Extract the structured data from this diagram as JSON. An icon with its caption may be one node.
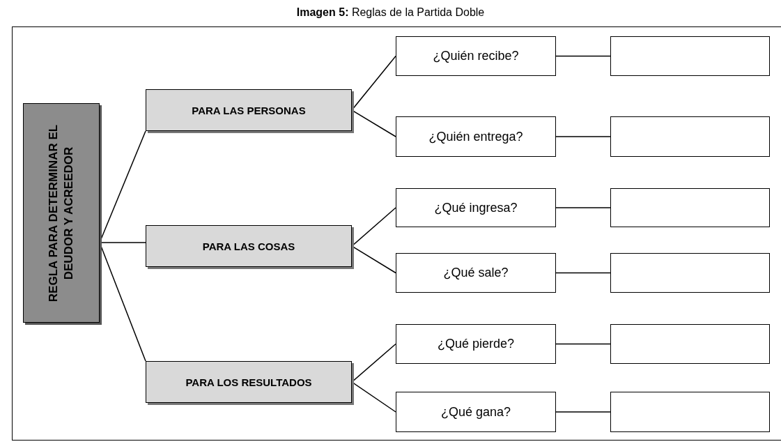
{
  "diagram": {
    "title": "**Imagen 5:** Reglas de la Partida Doble",
    "nodes": [
      {
        "text": [
          "REGLA PARA DETERMINAR EL DEUDOR Y ACREEDOR"
        ]
      },
      {
        "text": [
          "PARA LAS PERSONAS"
        ]
      },
      {
        "text": [
          "PARA LAS COSAS"
        ]
      },
      {
        "text": [
          "PARA LOS RESULTADOS"
        ]
      },
      {
        "text": [
          "¿Quién recibe?"
        ]
      },
      {
        "text": [],
        "shape": "box"
      },
      {
        "text": [
          "¿Quién entrega?"
        ]
      },
      {
        "text": [],
        "shape": "box"
      },
      {
        "text": [
          "¿Qué ingresa?"
        ]
      },
      {
        "text": [],
        "shape": "box"
      },
      {
        "text": [
          "¿Qué sale?"
        ]
      },
      {
        "text": [],
        "shape": "box"
      },
      {
        "text": [
          "¿Qué pierde?"
        ]
      },
      {
        "text": [],
        "shape": "box"
      },
      {
        "text": [
          "¿Qué gana?"
        ]
      },
      {
        "text": [],
        "shape": "box"
      }
    ],
    "edges": [
      {
        "from": 0,
        "to": 1,
        "arrow": "none"
      },
      {
        "from": 0,
        "to": 2,
        "arrow": "none"
      },
      {
        "from": 0,
        "to": 3,
        "arrow": "none"
      },
      {
        "from": 1,
        "to": 4,
        "arrow": "none"
      },
      {
        "from": 1,
        "to": 6,
        "arrow": "none"
      },
      {
        "from": 2,
        "to": 8,
        "arrow": "none"
      },
      {
        "from": 2,
        "to": 10,
        "arrow": "none"
      },
      {
        "from": 3,
        "to": 12,
        "arrow": "none"
      },
      {
        "from": 3,
        "to": 14,
        "arrow": "none"
      },
      {
        "from": 4,
        "to": 5,
        "arrow": "none"
      },
      {
        "from": 6,
        "to": 7,
        "arrow": "none"
      },
      {
        "from": 8,
        "to": 9,
        "arrow": "none"
      },
      {
        "from": 10,
        "to": 11,
        "arrow": "none"
      },
      {
        "from": 12,
        "to": 13,
        "arrow": "none"
      },
      {
        "from": 14,
        "to": 15,
        "arrow": "none"
      }
    ]
  }
}
